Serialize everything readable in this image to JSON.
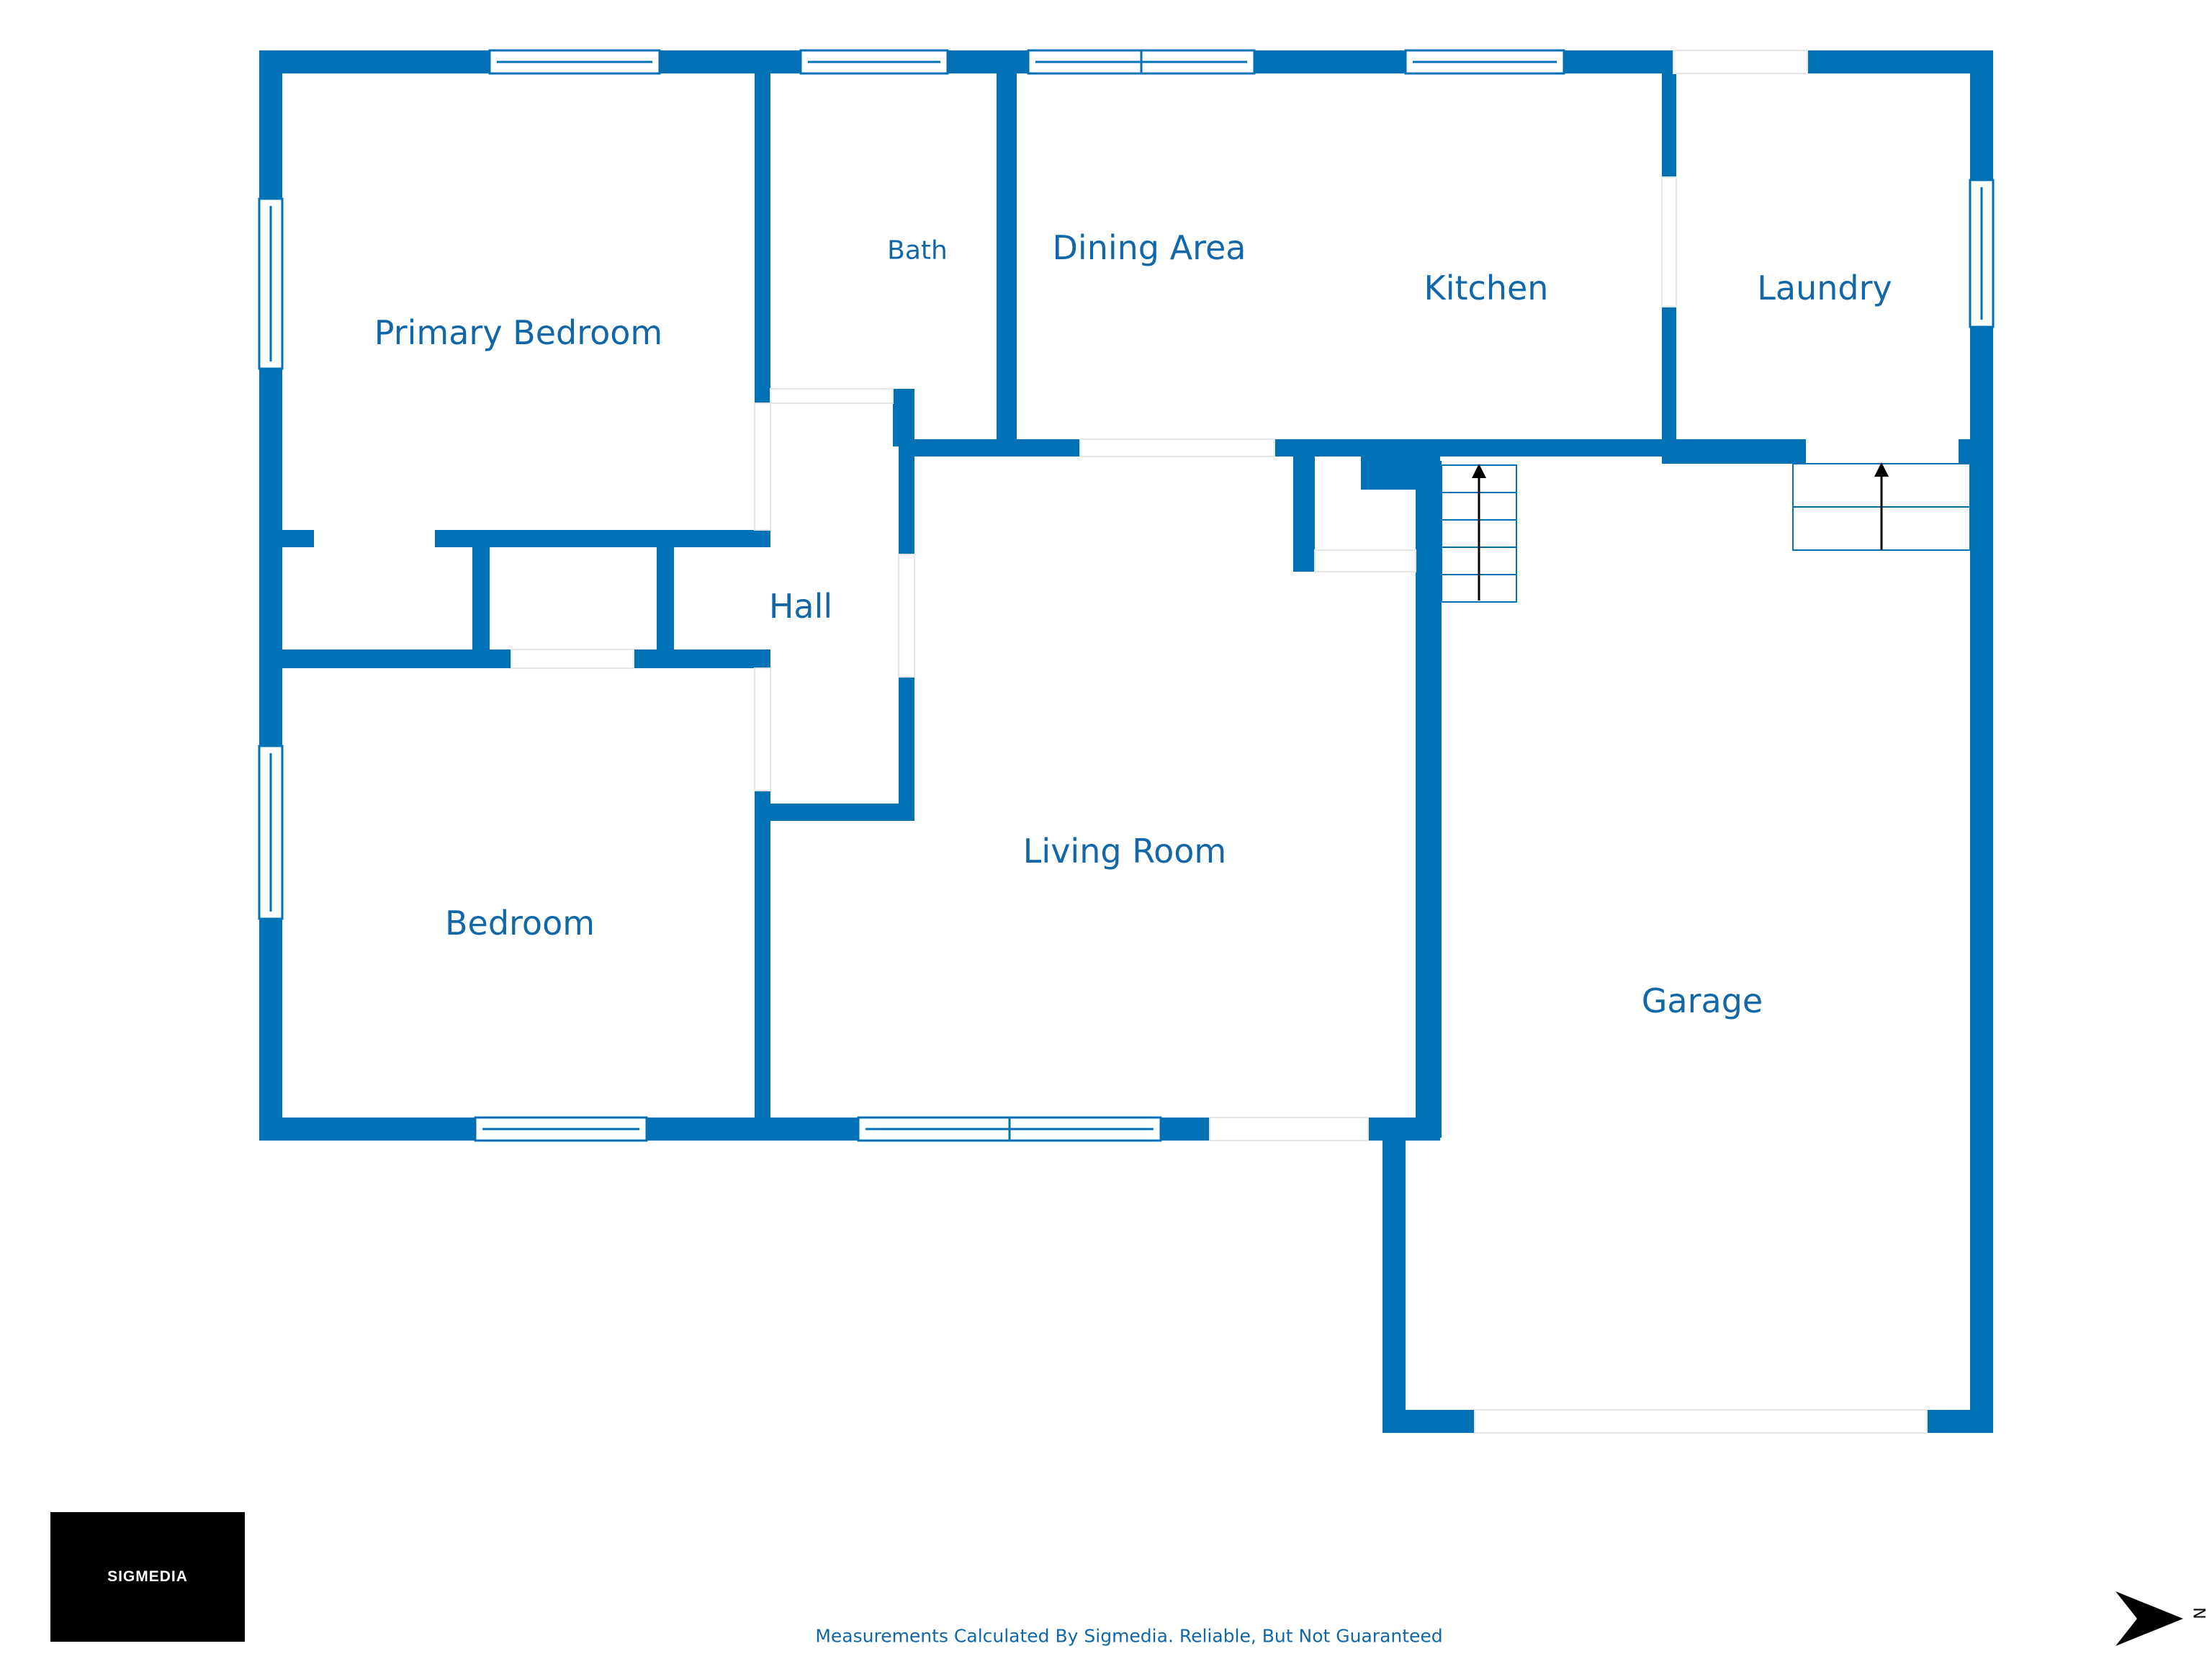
{
  "rooms": {
    "primary_bedroom": "Primary Bedroom",
    "bath": "Bath",
    "dining_area": "Dining Area",
    "kitchen": "Kitchen",
    "laundry": "Laundry",
    "hall": "Hall",
    "bedroom": "Bedroom",
    "living_room": "Living Room",
    "garage": "Garage"
  },
  "logo": {
    "text": "SIGMEDIA"
  },
  "footer": {
    "disclaimer": "Measurements Calculated By Sigmedia. Reliable, But Not Guaranteed"
  },
  "compass": {
    "letter": "N",
    "icon": "north-arrow-icon"
  },
  "colors": {
    "wall": "#0071b5",
    "label": "#1167a8",
    "opening": "#e6e6e6"
  }
}
